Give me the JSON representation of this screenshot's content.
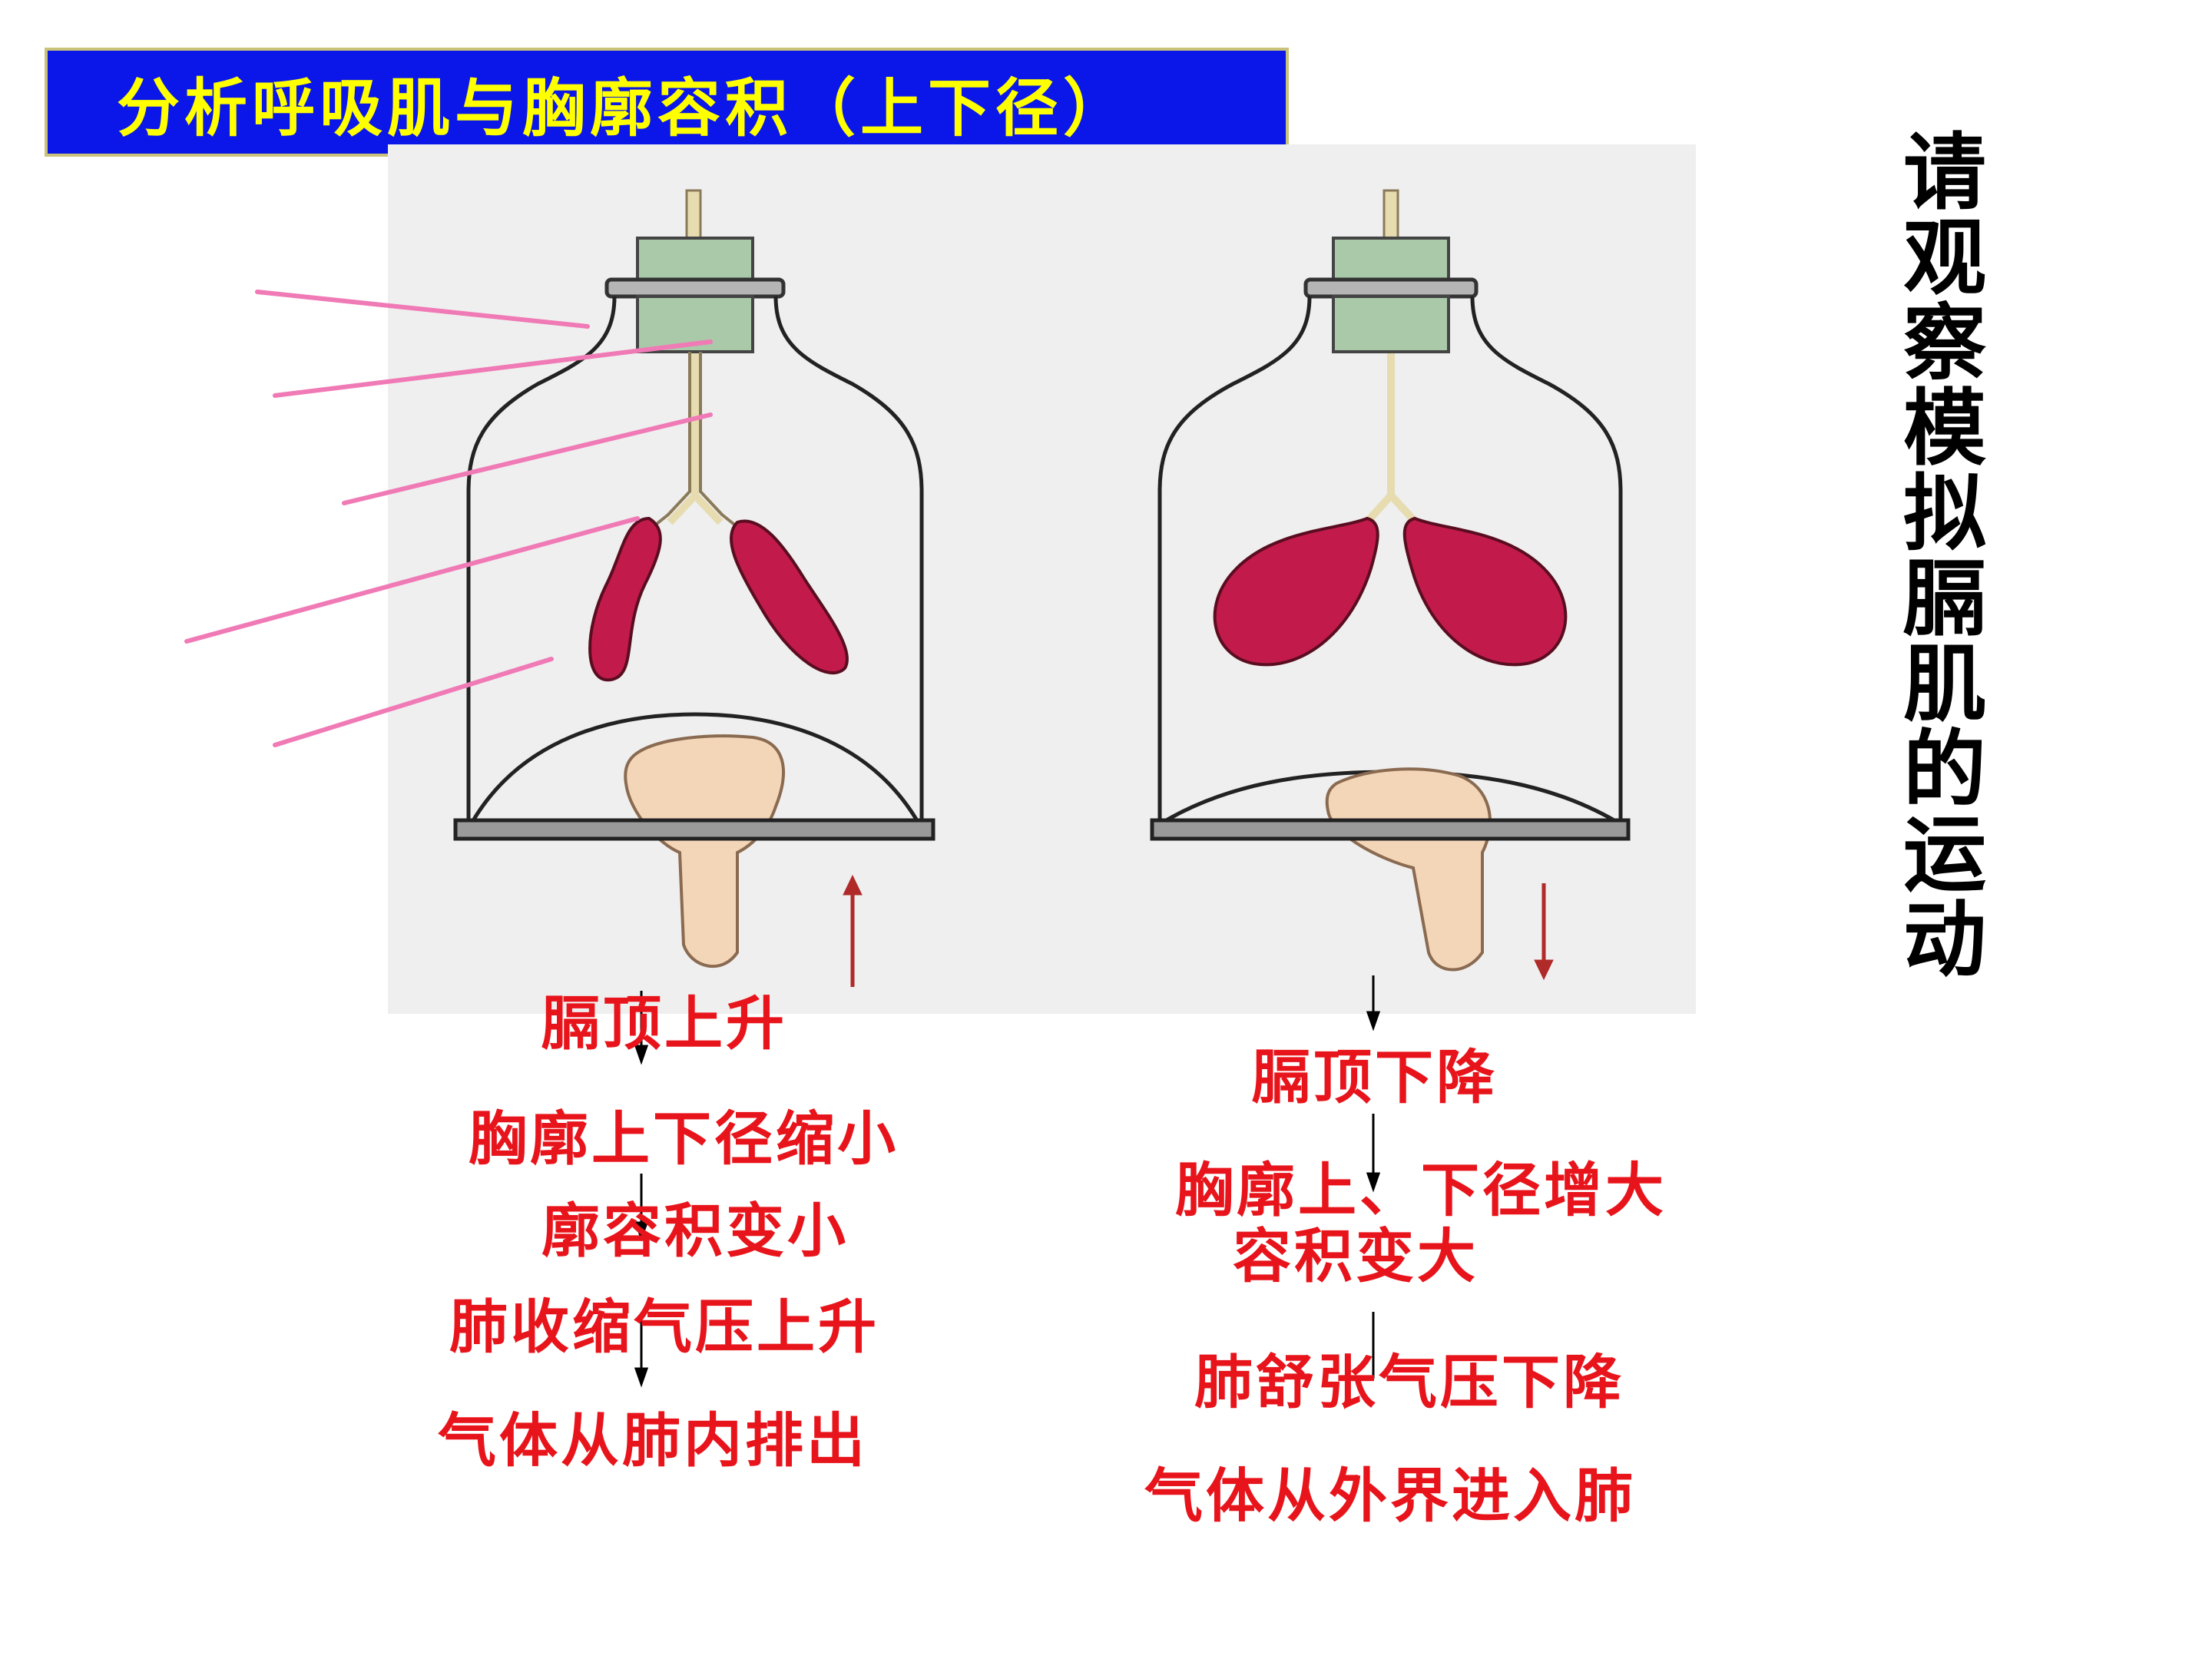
{
  "title": "分析呼吸肌与胸廓容积（上下径）",
  "side_title": [
    "请",
    "观",
    "察",
    "模",
    "拟",
    "膈",
    "肌",
    "的",
    "运",
    "动"
  ],
  "exhale_steps": [
    "膈顶上升",
    "胸廓上下径缩小",
    "廓容积变小",
    "肺收缩气压上升",
    "气体从肺内排出"
  ],
  "inhale_steps": [
    "膈顶下降",
    "胸廓上、下径增大",
    "容积变大",
    "肺舒张气压下降",
    "气体从外界进入肺"
  ],
  "colors": {
    "title_bg": "#0a17e8",
    "title_text": "#ffff00",
    "label_text": "#e8141b",
    "lung": "#c31a4c",
    "pointer_line": "#f07ab5",
    "arrow": "#b02a2a"
  }
}
